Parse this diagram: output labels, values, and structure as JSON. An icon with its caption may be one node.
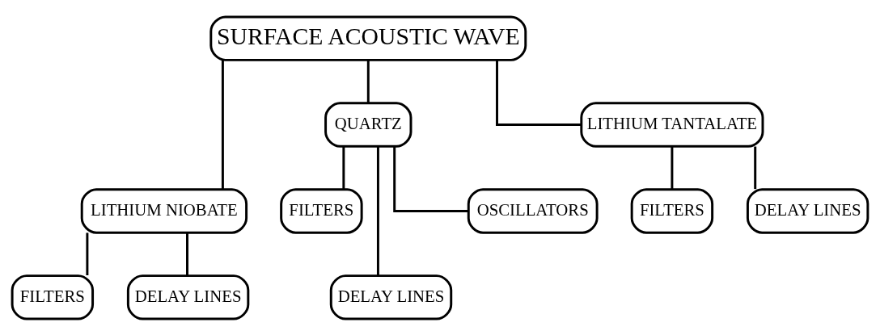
{
  "diagram": {
    "nodes": [
      {
        "text": [
          "SURFACE ACOUSTIC WAVE"
        ]
      },
      {
        "text": [
          "QUARTZ"
        ]
      },
      {
        "text": [
          "LITHIUM NIOBATE"
        ]
      },
      {
        "text": [
          "LITHIUM TANTALATE"
        ]
      },
      {
        "text": [
          "FILTERS"
        ]
      },
      {
        "text": [
          "DELAY LINES"
        ]
      },
      {
        "text": [
          "OSCILLATORS"
        ]
      },
      {
        "text": [
          "FILTERS"
        ]
      },
      {
        "text": [
          "DELAY LINES"
        ]
      },
      {
        "text": [
          "FILTERS"
        ]
      },
      {
        "text": [
          "DELAY LINES"
        ]
      }
    ],
    "edges": [
      {
        "from": 0,
        "to": 1,
        "arrow": "none"
      },
      {
        "from": 0,
        "to": 2,
        "arrow": "none"
      },
      {
        "from": 0,
        "to": 3,
        "arrow": "none"
      },
      {
        "from": 1,
        "to": 4,
        "arrow": "none"
      },
      {
        "from": 1,
        "to": 5,
        "arrow": "none"
      },
      {
        "from": 1,
        "to": 6,
        "arrow": "none"
      },
      {
        "from": 2,
        "to": 7,
        "arrow": "none"
      },
      {
        "from": 2,
        "to": 8,
        "arrow": "none"
      },
      {
        "from": 3,
        "to": 9,
        "arrow": "none"
      },
      {
        "from": 3,
        "to": 10,
        "arrow": "none"
      }
    ]
  }
}
